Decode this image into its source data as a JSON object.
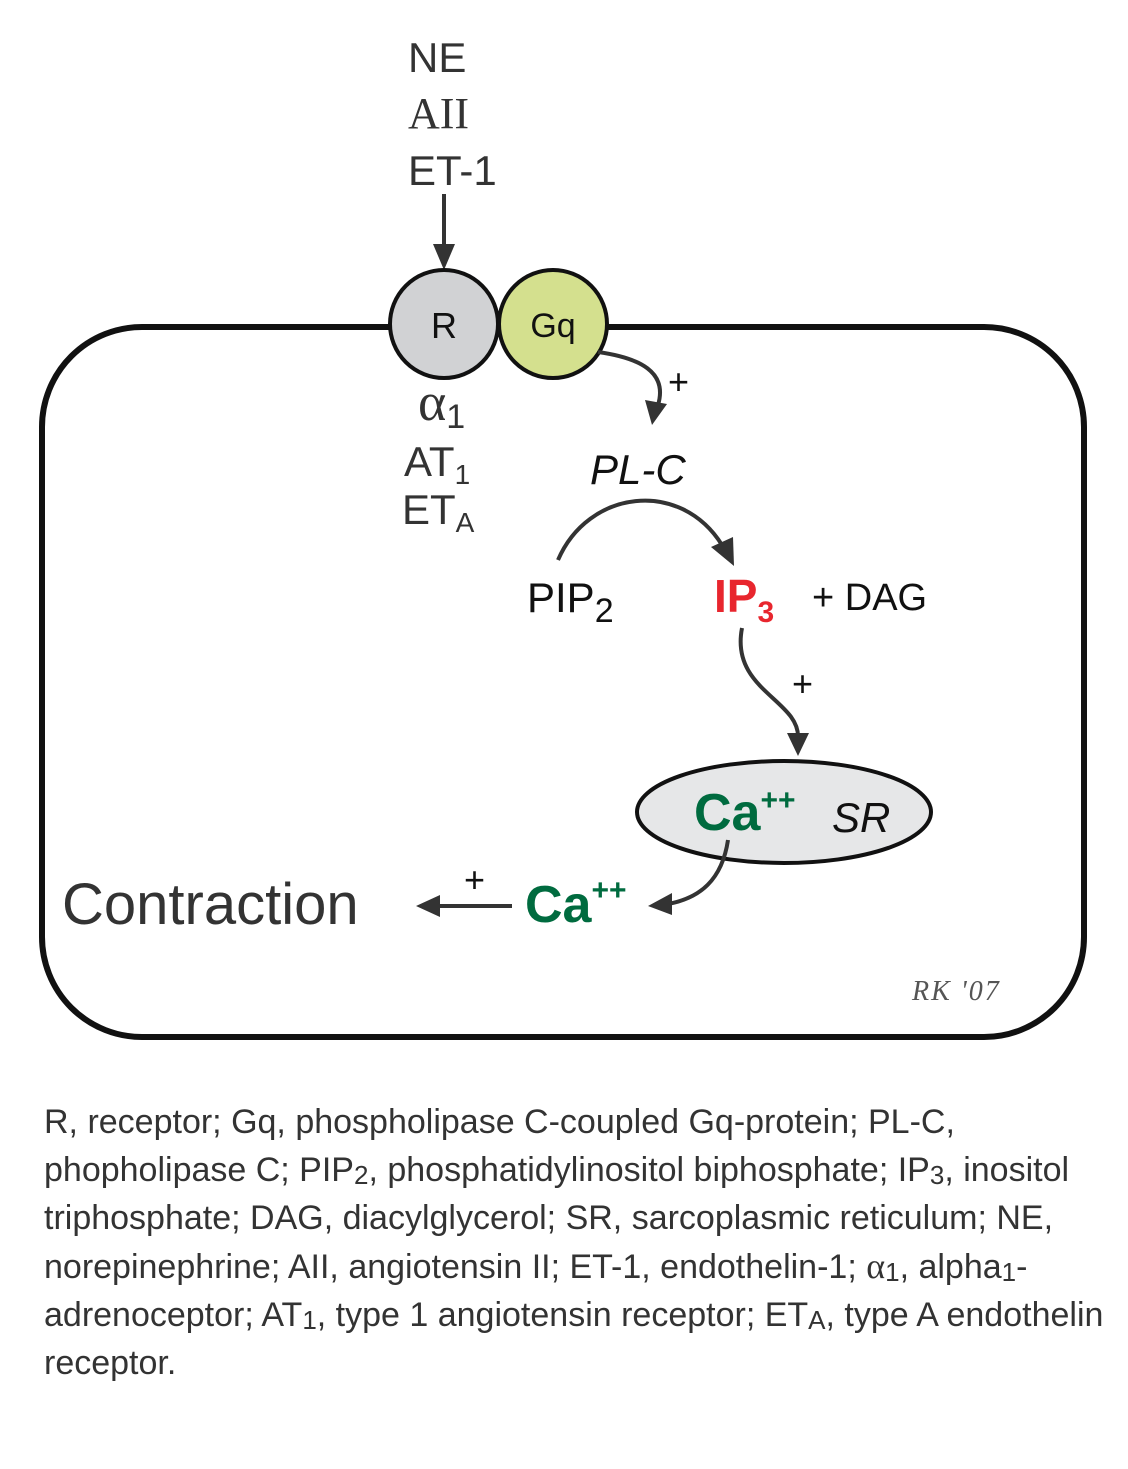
{
  "agonists": [
    "NE",
    "AII",
    "ET-1"
  ],
  "receptor": {
    "label": "R",
    "fill": "#d1d2d4"
  },
  "gprotein": {
    "label": "Gq",
    "fill": "#d4e08e"
  },
  "receptor_subtypes": {
    "alpha": {
      "symbol": "α",
      "sub": "1"
    },
    "at": {
      "base": "AT",
      "sub": "1"
    },
    "et": {
      "base": "ET",
      "sub": "A"
    }
  },
  "plus_sign": "+",
  "enzyme": "PL-C",
  "pip": {
    "base": "PIP",
    "sub": "2"
  },
  "ip3": {
    "base": "IP",
    "sub": "3",
    "color": "#e8262e"
  },
  "dag": "+ DAG",
  "sr": {
    "ca_base": "Ca",
    "ca_sup": "++",
    "label": "SR",
    "fill": "#e6e7e8"
  },
  "ca_cyto": {
    "base": "Ca",
    "sup": "++",
    "color": "#006b3f"
  },
  "contraction": "Contraction",
  "signature": "RK '07",
  "legend": [
    {
      "t": "R, receptor; Gq, phospholipase C-coupled Gq-protein; PL-C, phopholipase C; PIP"
    },
    {
      "sub": "2"
    },
    {
      "t": ", phosphatidylinositol biphosphate; IP"
    },
    {
      "sub": "3"
    },
    {
      "t": ", inositol triphosphate; DAG, diacylglycerol; SR, sarcoplasmic reticulum; NE, norepinephrine; AII, angiotensin II; ET-1, endothelin-1; "
    },
    {
      "alpha": "α"
    },
    {
      "sub": "1"
    },
    {
      "t": ", alpha"
    },
    {
      "sub": "1"
    },
    {
      "t": "-adrenoceptor; AT"
    },
    {
      "sub": "1"
    },
    {
      "t": ", type 1 angiotensin receptor; ET"
    },
    {
      "sub": "A"
    },
    {
      "t": ", type A endothelin receptor."
    }
  ]
}
